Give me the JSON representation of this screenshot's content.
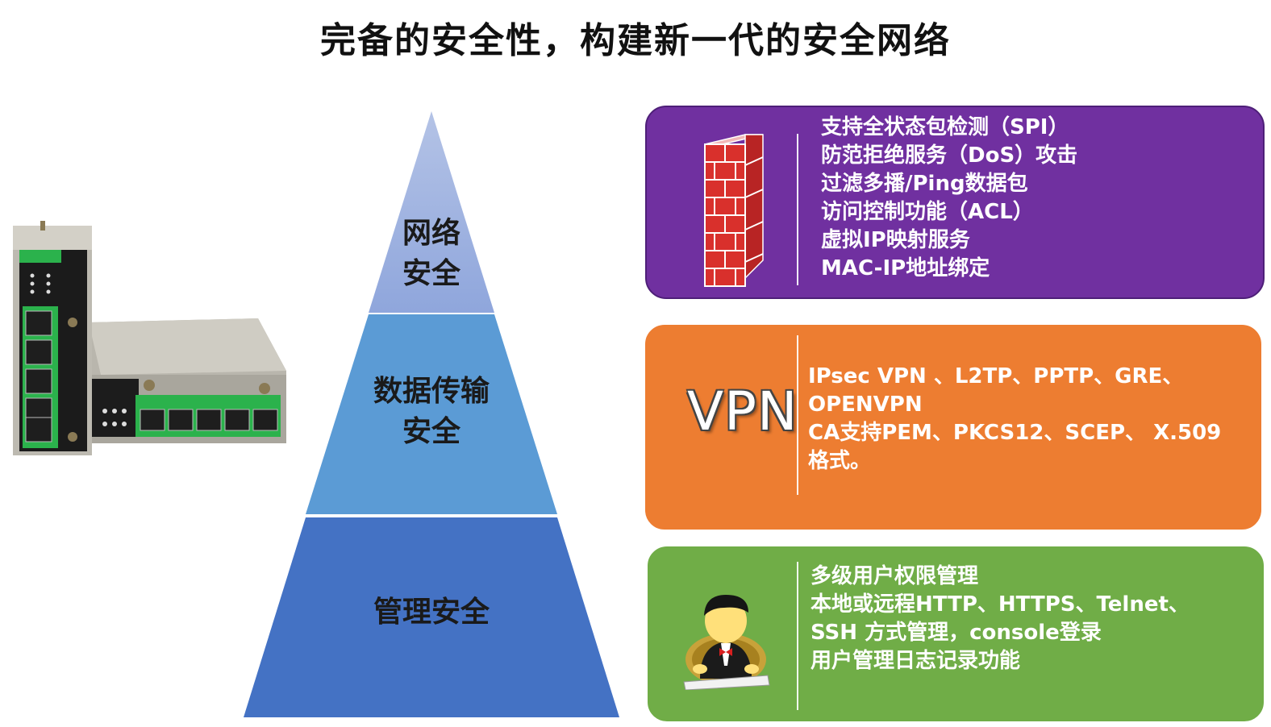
{
  "title": "完备的安全性，构建新一代的安全网络",
  "pyramid": {
    "tiers": [
      {
        "line1": "网络",
        "line2": "安全",
        "color": "#8fa6dc"
      },
      {
        "line1": "数据传输",
        "line2": "安全",
        "color": "#5b9bd5"
      },
      {
        "line1": "管理安全",
        "line2": "",
        "color": "#4472c4"
      }
    ]
  },
  "cards": {
    "network": {
      "icon": "firewall-brick-icon",
      "color": "#7030a0",
      "lines": [
        "支持全状态包检测（SPI）",
        "防范拒绝服务（DoS）攻击",
        "过滤多播/Ping数据包",
        "访问控制功能（ACL）",
        "虚拟IP映射服务",
        "MAC-IP地址绑定"
      ]
    },
    "transport": {
      "icon": "vpn-logo-icon",
      "logo_text": "VPN",
      "color": "#ed7d31",
      "lines": [
        "IPsec VPN 、L2TP、PPTP、GRE、",
        "OPENVPN",
        "CA支持PEM、PKCS12、SCEP、 X.509",
        "格式。"
      ]
    },
    "management": {
      "icon": "admin-user-icon",
      "color": "#70ad47",
      "lines": [
        "多级用户权限管理",
        "本地或远程HTTP、HTTPS、Telnet、",
        "SSH 方式管理，console登录",
        "用户管理日志记录功能"
      ]
    }
  },
  "device": {
    "icon": "industrial-router-icon"
  }
}
